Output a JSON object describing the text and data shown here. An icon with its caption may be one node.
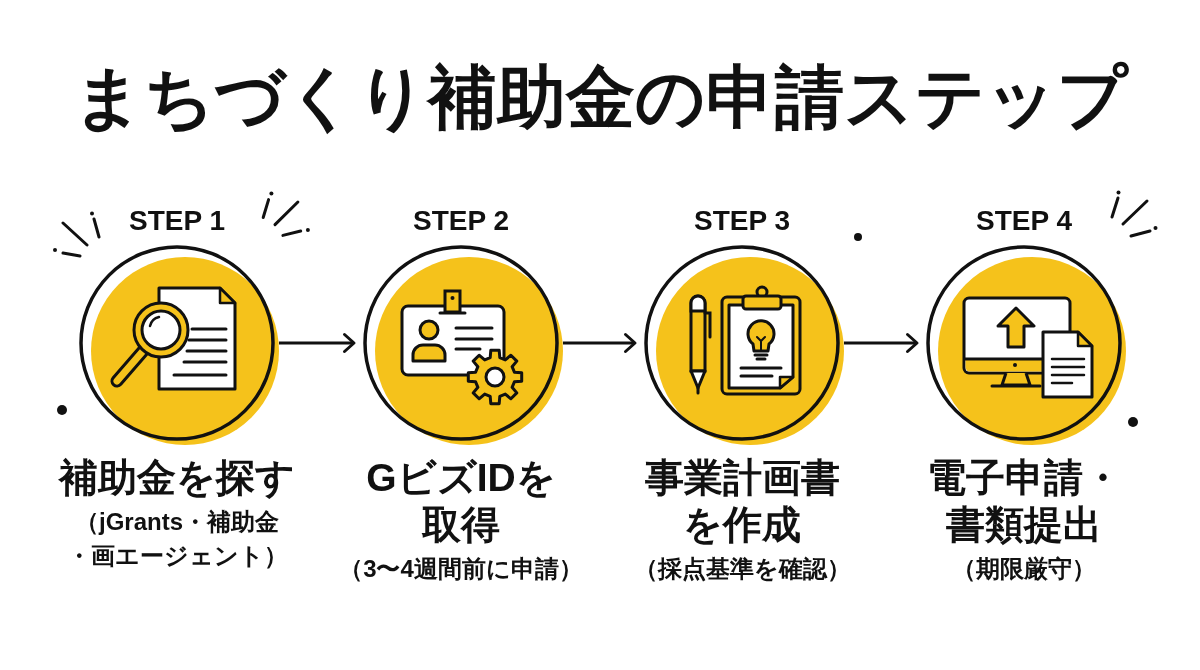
{
  "diagram": {
    "title": "まちづくり補助金の申請ステップ",
    "nodes": [
      {
        "text": [
          "STEP 1",
          "補助金を探す",
          "（jGrants・補助金・画エージェント）"
        ]
      },
      {
        "text": [
          "STEP 2",
          "GビズIDを取得",
          "（3〜4週間前に申請）"
        ]
      },
      {
        "text": [
          "STEP 3",
          "事業計画書を作成",
          "（採点基準を確認）"
        ]
      },
      {
        "text": [
          "STEP 4",
          "電子申請・書類提出",
          "（期限厳守）"
        ]
      }
    ],
    "edges": [
      {
        "from": 0,
        "to": 1,
        "arrow": "to"
      },
      {
        "from": 1,
        "to": 2,
        "arrow": "to"
      },
      {
        "from": 2,
        "to": 3,
        "arrow": "to"
      }
    ]
  }
}
